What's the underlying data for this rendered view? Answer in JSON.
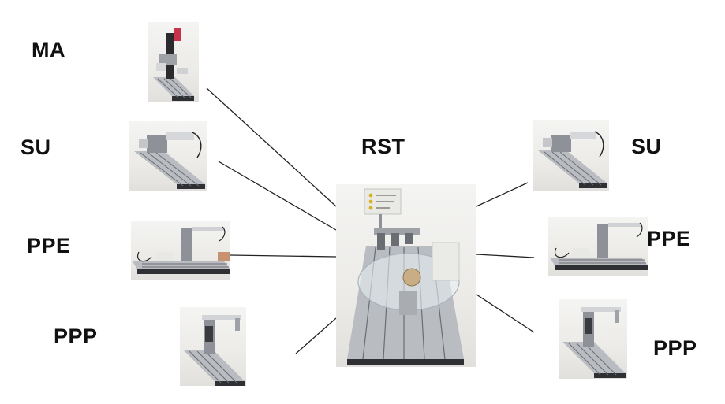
{
  "center": {
    "label": "RST"
  },
  "left": [
    {
      "label": "MA",
      "device": "ma"
    },
    {
      "label": "SU",
      "device": "su"
    },
    {
      "label": "PPE",
      "device": "ppe"
    },
    {
      "label": "PPP",
      "device": "ppp"
    }
  ],
  "right": [
    {
      "label": "SU",
      "device": "su"
    },
    {
      "label": "PPE",
      "device": "ppe"
    },
    {
      "label": "PPP",
      "device": "ppp"
    }
  ],
  "colors": {
    "line": "#222222",
    "text": "#111111",
    "aluminium": "#b9bcc0",
    "groove": "#2e3034"
  }
}
